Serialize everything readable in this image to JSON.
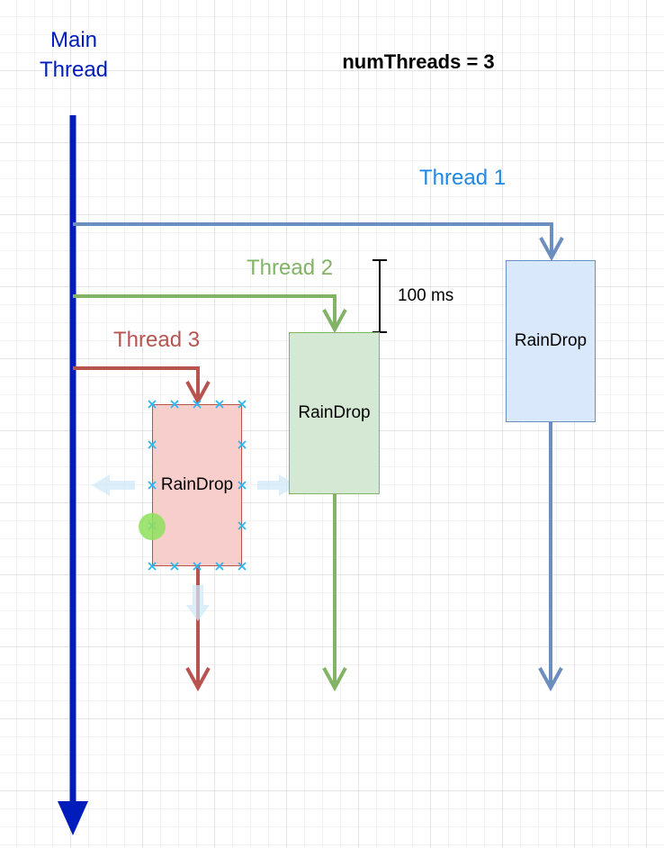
{
  "main_thread": {
    "label": "Main\nThread",
    "color": "#001dbc"
  },
  "heading": "numThreads = 3",
  "threads": [
    {
      "label": "Thread 1",
      "box_label": "RainDrop",
      "label_color": "#1e88e5",
      "line_color": "#6c8ebf",
      "fill": "#dae8fc"
    },
    {
      "label": "Thread 2",
      "box_label": "RainDrop",
      "label_color": "#82b366",
      "line_color": "#82b366",
      "fill": "#d5e8d4"
    },
    {
      "label": "Thread 3",
      "box_label": "RainDrop",
      "label_color": "#b85450",
      "line_color": "#b85450",
      "fill": "#f8cecc",
      "selected": true
    }
  ],
  "delay_label": "100 ms"
}
